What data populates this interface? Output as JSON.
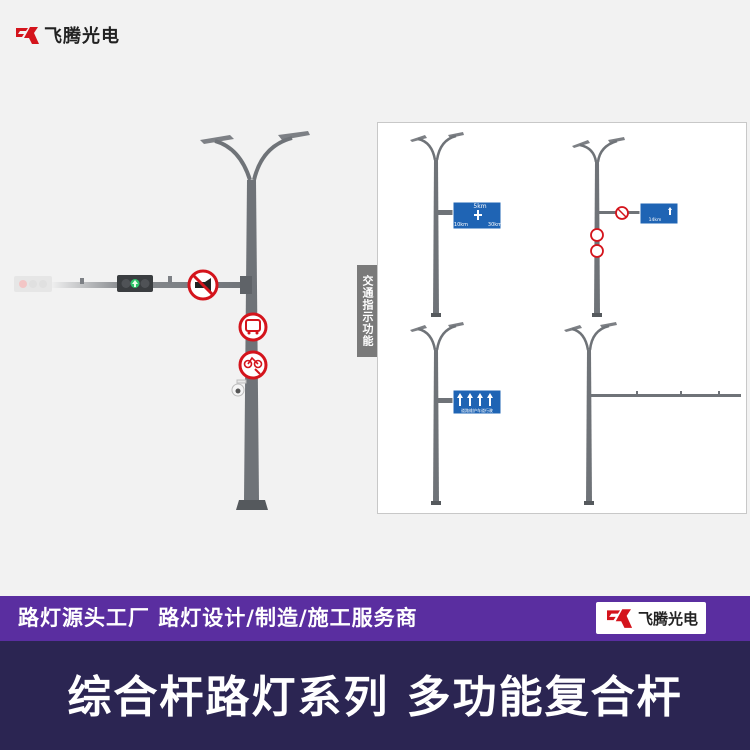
{
  "brand": {
    "name": "飞腾光电",
    "colors": {
      "red": "#d4141c",
      "purple": "#5a2ea0",
      "dark": "#2b2552",
      "pole": "#6f7378",
      "sign_blue": "#1f64b4"
    }
  },
  "side_tab": {
    "label": "交通指示功能"
  },
  "banner": {
    "slogan": "路灯源头工厂 路灯设计/制造/施工服务商",
    "headline": "综合杆路灯系列 多功能复合杆"
  },
  "signs": {
    "left": {
      "top_text": "5km",
      "left_text": "10km",
      "right_text": "30km"
    },
    "right": {
      "bottom_text": "14km"
    },
    "lane": {
      "bottom_text": "道路维护车道行驶"
    }
  },
  "icons": {
    "logo": "feiteng-logo-icon",
    "no-horn": "no-horn-sign-icon",
    "bus": "bus-only-sign-icon",
    "bike": "bicycle-sign-icon",
    "camera": "cctv-camera-icon",
    "traffic-light": "traffic-light-icon"
  }
}
